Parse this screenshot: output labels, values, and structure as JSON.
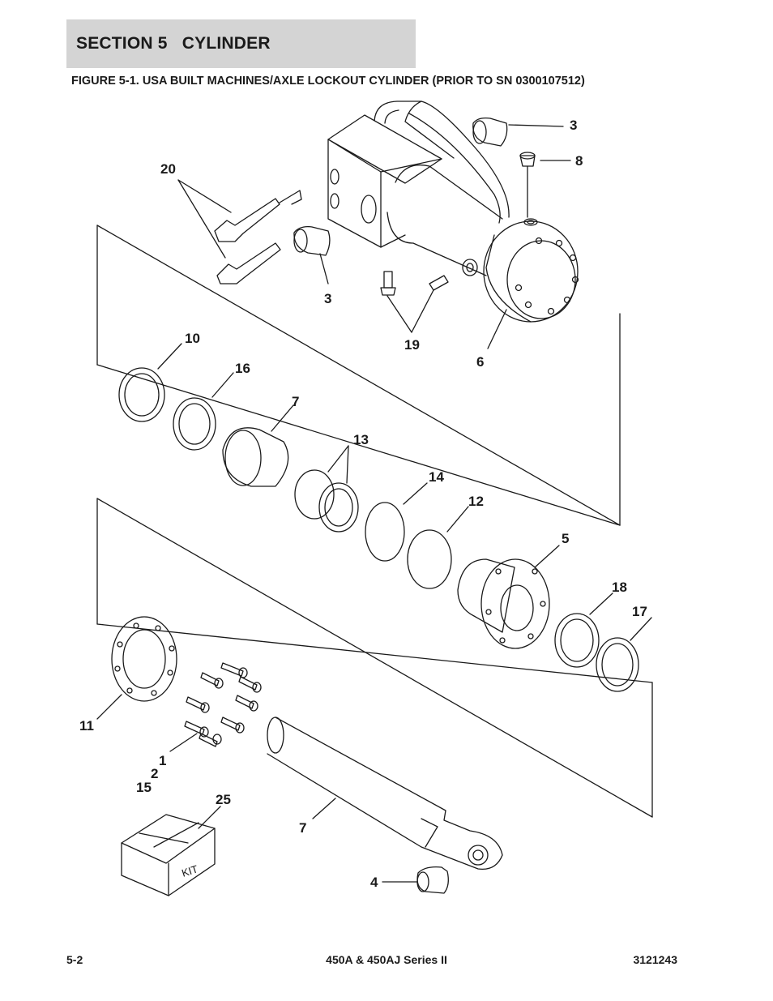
{
  "header": {
    "section_title": "SECTION 5   CYLINDER",
    "figure_title": "FIGURE 5-1. USA BUILT MACHINES/AXLE LOCKOUT CYLINDER (PRIOR TO SN 0300107512)"
  },
  "callouts": {
    "c3a": "3",
    "c8": "8",
    "c20": "20",
    "c3b": "3",
    "c19": "19",
    "c6": "6",
    "c10": "10",
    "c16": "16",
    "c7a": "7",
    "c13": "13",
    "c14": "14",
    "c12": "12",
    "c5": "5",
    "c18": "18",
    "c17": "17",
    "c11": "11",
    "c1": "1",
    "c2": "2",
    "c15": "15",
    "c25": "25",
    "c7b": "7",
    "c4": "4"
  },
  "kit_label": "KIT",
  "footer": {
    "page": "5-2",
    "model": "450A & 450AJ Series II",
    "doc_number": "3121243"
  }
}
